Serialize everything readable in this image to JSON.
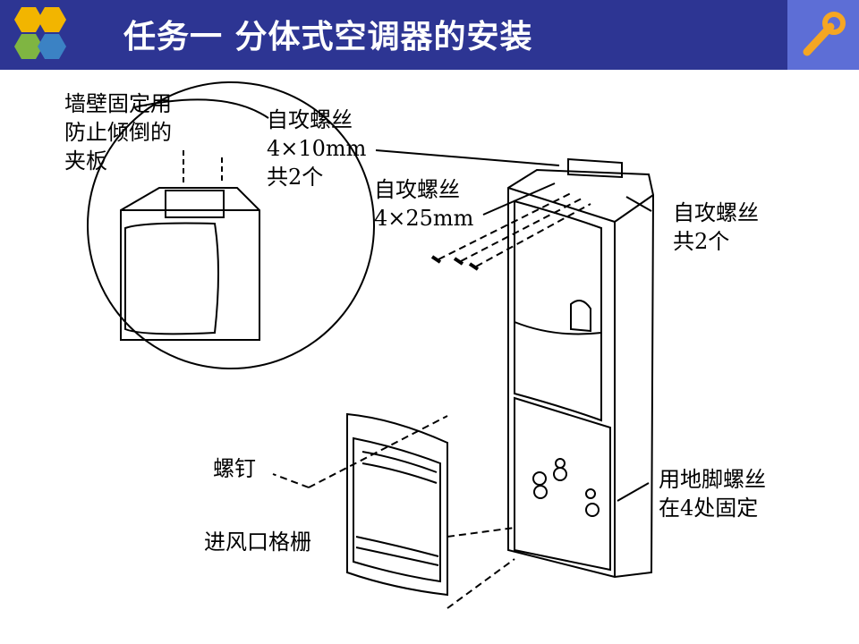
{
  "header": {
    "title": "任务一 分体式空调器的安装"
  },
  "labels": {
    "clamp": [
      "墙壁固定用",
      "防止倾倒的",
      "夹板"
    ],
    "screw_top": [
      "自攻螺丝",
      "4×10mm",
      "共2个"
    ],
    "screw_mid": [
      "自攻螺丝",
      "4×25mm"
    ],
    "screw_right": [
      "自攻螺丝",
      "共2个"
    ],
    "screw": "螺钉",
    "grille": "进风口格栅",
    "anchor": [
      "用地脚螺丝",
      "在4处固定"
    ]
  }
}
